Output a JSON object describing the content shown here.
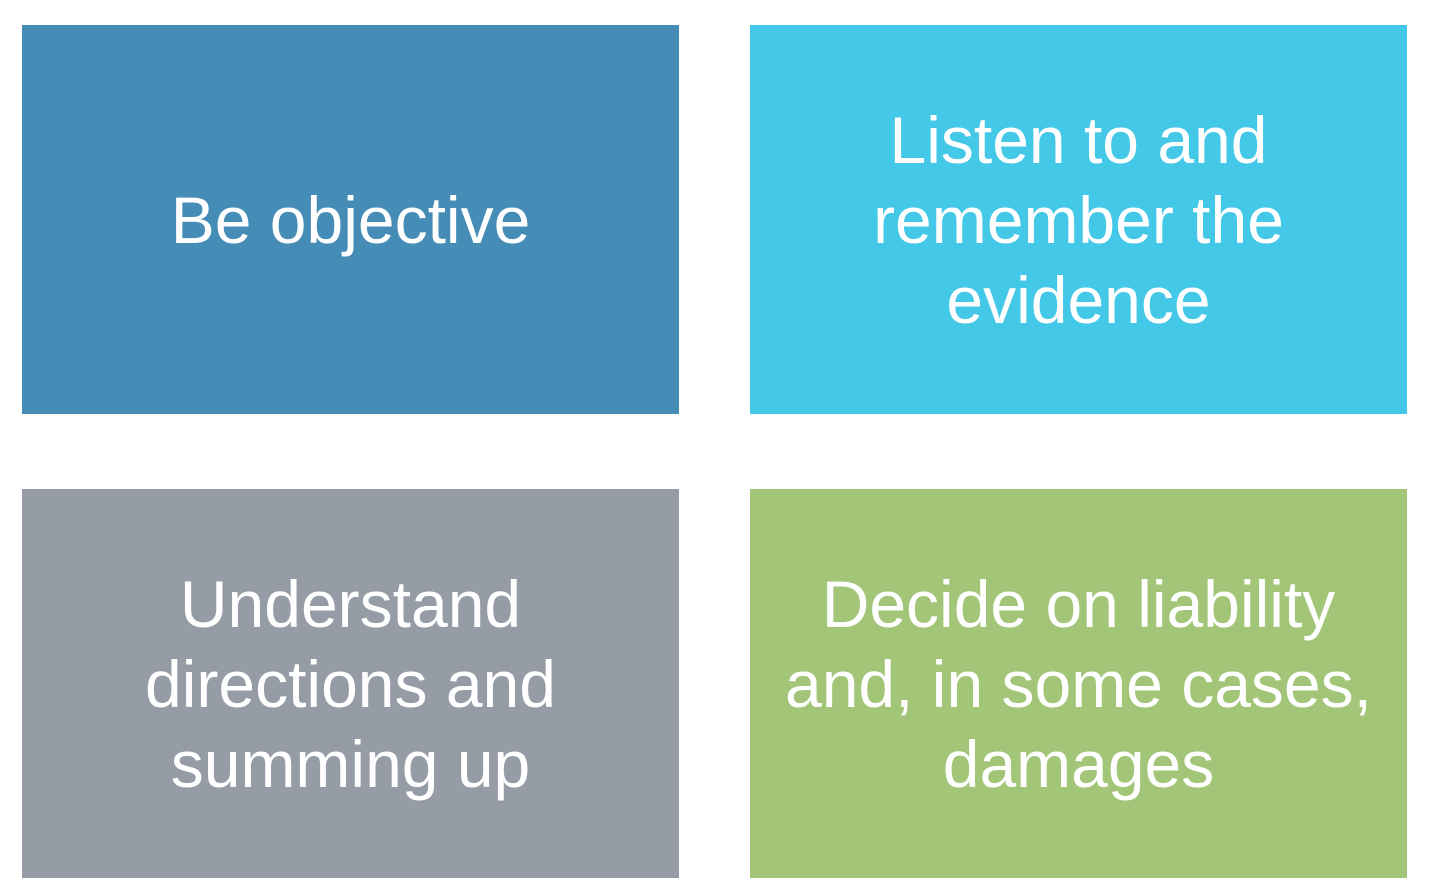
{
  "boxes": [
    {
      "text": "Be objective",
      "color": "#458cb6"
    },
    {
      "text": "Listen to and remember the evidence",
      "color": "#44c8e7"
    },
    {
      "text": "Understand directions and summing up",
      "color": "#959ca6"
    },
    {
      "text": "Decide on liability and, in some cases, damages",
      "color": "#a2c578"
    }
  ]
}
